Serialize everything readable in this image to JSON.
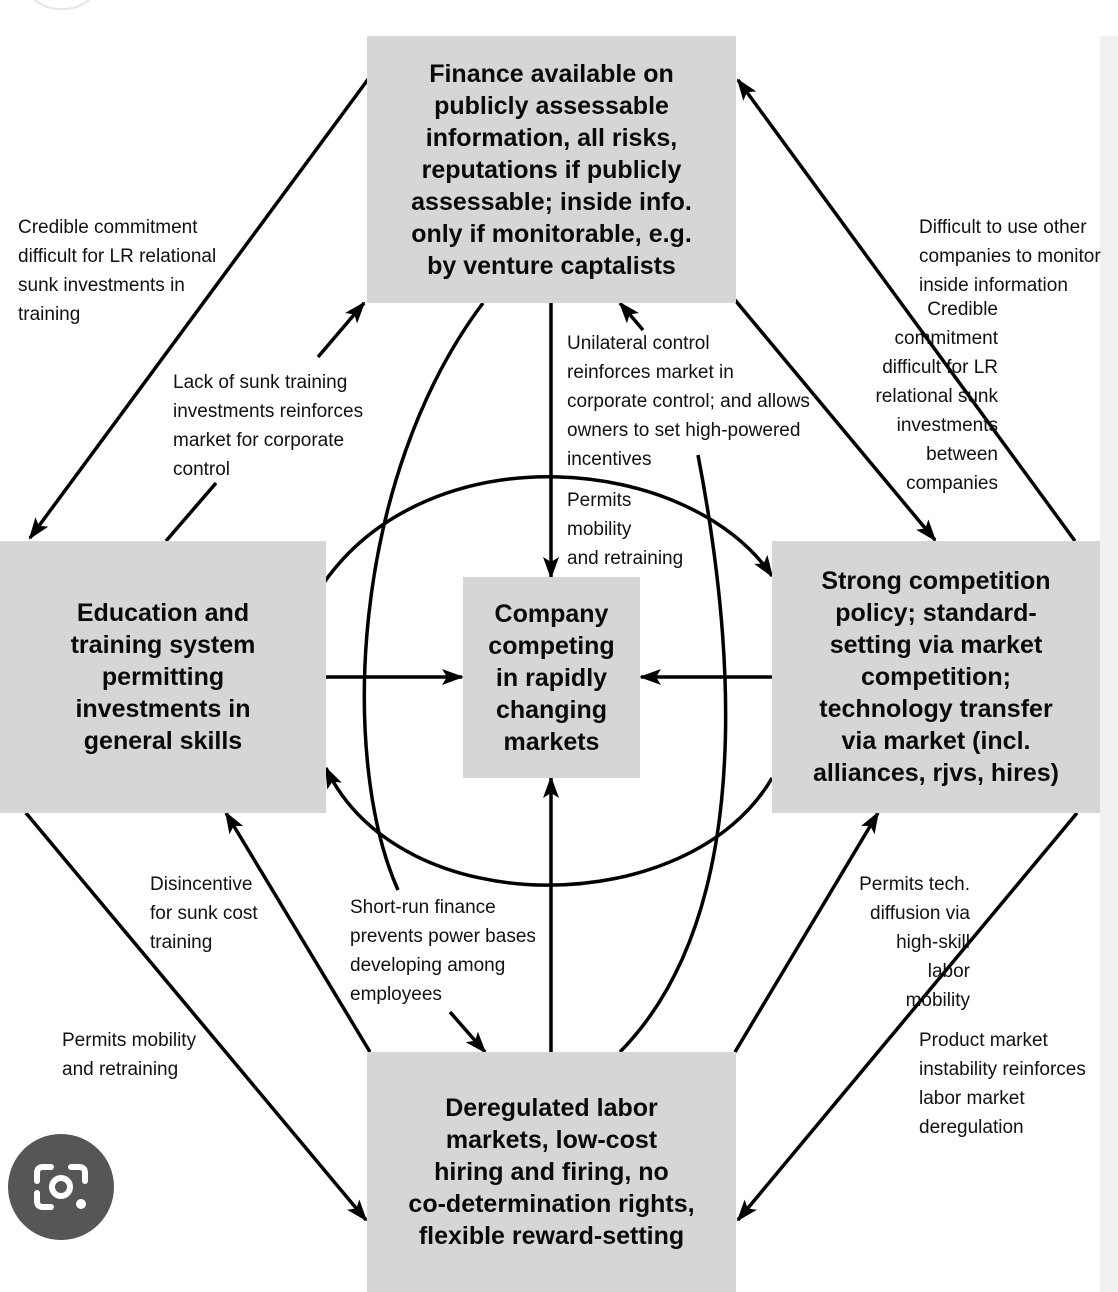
{
  "boxes": {
    "finance": "Finance available on\npublicly assessable\ninformation, all risks,\nreputations if publicly\nassessable; inside info.\nonly if monitorable, e.g.\nby venture captalists",
    "education": "Education and\ntraining system\npermitting\ninvestments in\ngeneral skills",
    "company": "Company\ncompeting\nin rapidly\nchanging\nmarkets",
    "competition": "Strong competition\npolicy; standard-\nsetting via market\ncompetition;\ntechnology transfer\nvia market (incl.\nalliances, rjvs, hires)",
    "labor": "Deregulated labor\nmarkets, low-cost\nhiring and firing, no\nco-determination rights,\nflexible reward-setting"
  },
  "labels": {
    "credible_commitment_training": "Credible commitment\ndifficult for LR relational\nsunk investments in\ntraining",
    "lack_of_sunk_training": "Lack of sunk training\ninvestments reinforces\nmarket for corporate\ncontrol",
    "unilateral_control": "Unilateral control\nreinforces market in\ncorporate control; and allows\nowners to set high-powered\nincentives",
    "permits_mobility_center": "Permits\nmobility\nand retraining",
    "difficult_other_companies": "Difficult to use other\ncompanies to monitor\ninside information",
    "credible_commitment_companies": "Credible\ncommitment\ndifficult for LR\nrelational sunk\ninvestments\nbetween\ncompanies",
    "disincentive_sunk_cost": "Disincentive\nfor sunk cost\ntraining",
    "short_run_finance": "Short-run finance\nprevents power bases\ndeveloping among\nemployees",
    "permits_tech_diffusion": "Permits tech.\ndiffusion via\nhigh-skill\nlabor\nmobility",
    "permits_mobility_left": "Permits mobility\nand retraining",
    "product_market_instability": "Product market\ninstability reinforces\nlabor market\nderegulation"
  },
  "icons": {
    "corner": "lens-camera-icon"
  },
  "colors": {
    "box_fill": "#d6d6d6",
    "line": "#000000",
    "lens_button": "#565656"
  }
}
